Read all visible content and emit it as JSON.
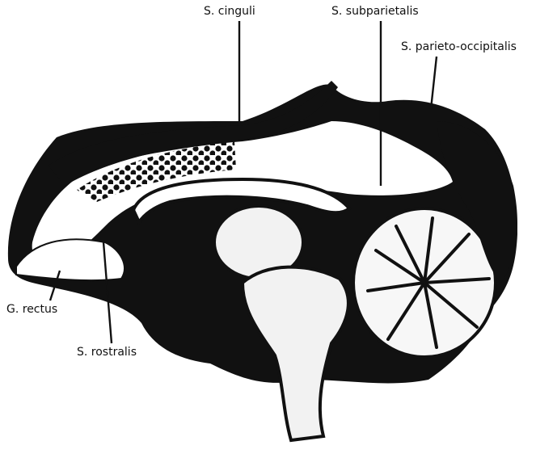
{
  "labels": {
    "cinguli": "S. cinguli",
    "subparietalis": "S. subparietalis",
    "parieto_occipitalis": "S. parieto-occipitalis",
    "rectus": "G. rectus",
    "rostralis": "S. rostralis"
  },
  "colors": {
    "ink": "#111111",
    "paper": "#ffffff"
  }
}
